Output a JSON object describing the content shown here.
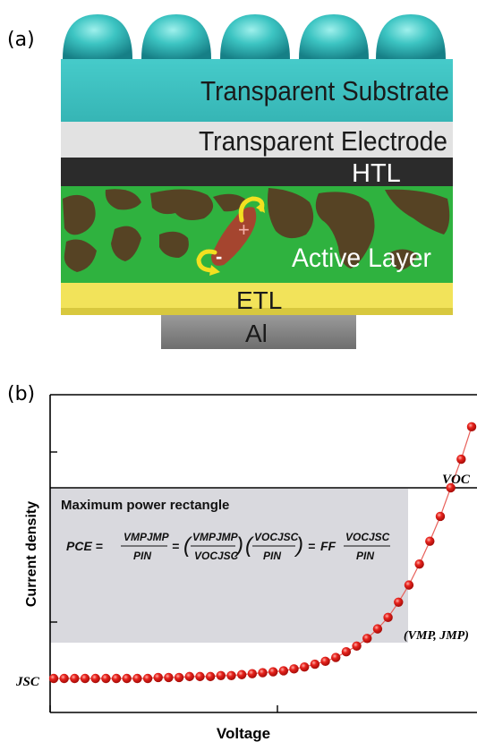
{
  "panel_a": {
    "label": "(a)",
    "layers": {
      "substrate": "Transparent Substrate",
      "electrode": "Transparent Electrode",
      "htl": "HTL",
      "active": "Active Layer",
      "etl": "ETL",
      "al": "Al"
    },
    "charges": {
      "plus": "+",
      "minus": "-"
    },
    "colors": {
      "substrate": "#3fc4c3",
      "electrode": "#e0e0e0",
      "htl": "#2b2b2b",
      "active": "#2fb23f",
      "domains": "#5a3a22",
      "etl": "#f2e35a",
      "al": "#8a8a8a"
    }
  },
  "panel_b": {
    "label": "(b)",
    "ylabel": "Current density",
    "xlabel": "Voltage",
    "box_title": "Maximum power rectangle",
    "equation": {
      "lhs": "PCE",
      "t1_num": "VMPJMP",
      "t1_den": "PIN",
      "t2a_num": "VMPJMP",
      "t2a_den": "VOCJSC",
      "t2b_num": "VOCJSC",
      "t2b_den": "PIN",
      "ff": "FF",
      "t3_num": "VOCJSC",
      "t3_den": "PIN"
    },
    "labels": {
      "voc": "VOC",
      "jsc": "JSC",
      "mpp": "(VMP, JMP)"
    },
    "colors": {
      "points": "#e0201e",
      "box": "#d9d9de",
      "curve": "#e8605a"
    }
  },
  "chart_data": {
    "type": "scatter",
    "title": "",
    "xlabel": "Voltage",
    "ylabel": "Current density",
    "grid": false,
    "series": [
      {
        "x": [
          0.0,
          0.025,
          0.05,
          0.075,
          0.1,
          0.125,
          0.15,
          0.175,
          0.2,
          0.225,
          0.25,
          0.275,
          0.3,
          0.325,
          0.35,
          0.375,
          0.4,
          0.425,
          0.45,
          0.475,
          0.5,
          0.525,
          0.55,
          0.575,
          0.6,
          0.625,
          0.65,
          0.675,
          0.7,
          0.725,
          0.75,
          0.775,
          0.8,
          0.825,
          0.85,
          0.875,
          0.9,
          0.925,
          0.95,
          0.975,
          1.0
        ],
        "y": [
          -1.0,
          -1.0,
          -1.0,
          -1.0,
          -1.0,
          -1.0,
          -1.0,
          -1.0,
          -1.0,
          -1.0,
          -0.995,
          -0.995,
          -0.995,
          -0.99,
          -0.99,
          -0.99,
          -0.985,
          -0.985,
          -0.98,
          -0.975,
          -0.97,
          -0.965,
          -0.96,
          -0.95,
          -0.94,
          -0.925,
          -0.91,
          -0.89,
          -0.86,
          -0.83,
          -0.79,
          -0.74,
          -0.68,
          -0.6,
          -0.51,
          -0.4,
          -0.28,
          -0.15,
          0.0,
          0.15,
          0.32
        ]
      }
    ],
    "annotations": [
      "VOC",
      "JSC",
      "(VMP, JMP)",
      "Maximum power rectangle"
    ]
  }
}
